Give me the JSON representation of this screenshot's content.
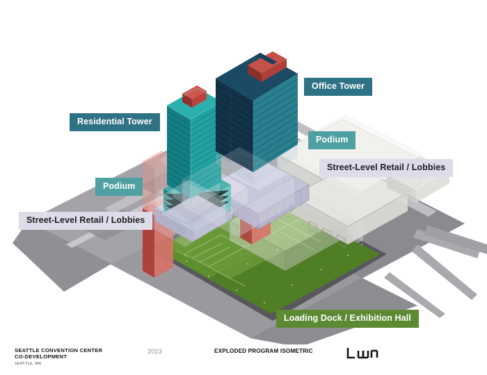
{
  "document": {
    "kind": "architectural-exploded-program-isometric"
  },
  "callouts": [
    {
      "id": "residential-tower",
      "label": "Residential Tower",
      "style": "teal-dark",
      "color": "#2E7285"
    },
    {
      "id": "office-tower",
      "label": "Office Tower",
      "style": "teal-dark",
      "color": "#2E7285"
    },
    {
      "id": "podium-right",
      "label": "Podium",
      "style": "teal-light",
      "color": "#4FA0A2"
    },
    {
      "id": "street-retail-right",
      "label": "Street-Level Retail / Lobbies",
      "style": "lavender",
      "color": "#DDDDEA"
    },
    {
      "id": "podium-left",
      "label": "Podium",
      "style": "teal-light",
      "color": "#4FA0A2"
    },
    {
      "id": "street-retail-left",
      "label": "Street-Level Retail / Lobbies",
      "style": "lavender",
      "color": "#DDDDEA"
    },
    {
      "id": "loading-dock",
      "label": "Loading Dock / Exhibition Hall",
      "style": "green",
      "color": "#5C8A33"
    }
  ],
  "footer": {
    "project_line1": "SEATTLE CONVENTION CENTER",
    "project_line2": "CO-DEVELOPMENT",
    "location": "SEATTLE, WA",
    "year": "2023",
    "caption": "EXPLODED PROGRAM ISOMETRIC",
    "firm": "LMN"
  },
  "palette": {
    "page_background": "#FFFFFF",
    "ground_gray_dark": "#7D7D80",
    "ground_gray_mid": "#95959A",
    "ground_gray_light": "#B9B9BD",
    "street_line": "#C9C9CE",
    "office_tower_dark": "#17384F",
    "office_tower_face": "#2E7E8E",
    "residential_tower": "#1C9399",
    "residential_tower_face": "#27A7A9",
    "podium_teal": "#3FA8A8",
    "retail_lavender": "#B9B9D4",
    "exhibition_green": "#5E8F2E",
    "exhibition_green_dark": "#4A7522",
    "core_red": "#D4685F",
    "core_red_dark": "#A8413B",
    "mass_white": "#E8E8E6",
    "roof_red": "#B8403A"
  }
}
